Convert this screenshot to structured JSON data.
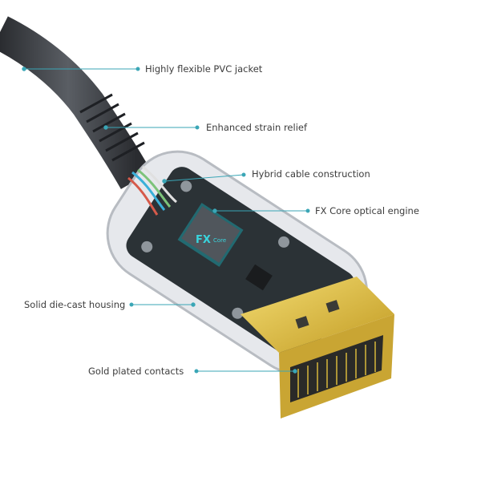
{
  "callouts": {
    "jacket": "Highly flexible PVC jacket",
    "strain": "Enhanced strain relief",
    "hybrid": "Hybrid cable construction",
    "engine": "FX Core optical engine",
    "housing": "Solid die-cast housing",
    "contacts": "Gold plated contacts"
  },
  "chip": {
    "line1": "FX",
    "line2": "Core"
  },
  "colors": {
    "leader": "#3aa6b6",
    "gold": "#d8b83a",
    "cable": "#3a3d42",
    "housing": "#e4e6ea",
    "pcb": "#2a3034",
    "chip_glow": "#2ad0d8"
  }
}
